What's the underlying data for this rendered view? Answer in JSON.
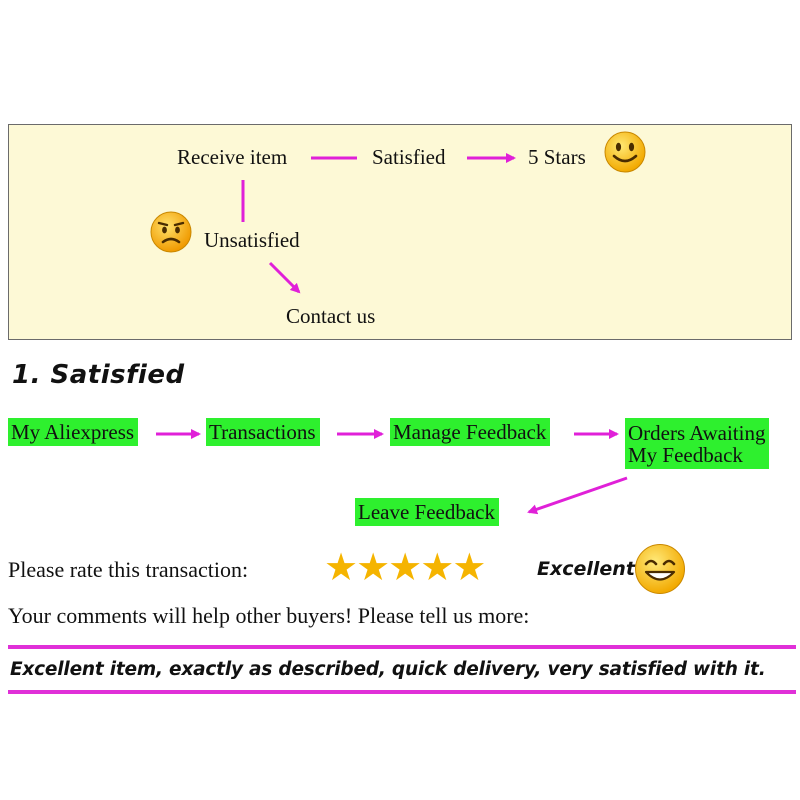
{
  "flow": {
    "receive_item": "Receive item",
    "satisfied": "Satisfied",
    "five_stars": "5 Stars",
    "unsatisfied": "Unsatisfied",
    "contact_us": "Contact us"
  },
  "section_heading": "1. Satisfied",
  "steps": {
    "my_aliexpress": "My Aliexpress",
    "transactions": "Transactions",
    "manage_feedback": "Manage Feedback",
    "orders_awaiting_line1": "Orders Awaiting",
    "orders_awaiting_line2": "My Feedback",
    "leave_feedback": "Leave Feedback"
  },
  "rating": {
    "prompt": "Please rate this transaction:",
    "stars": 5,
    "stars_max": 5,
    "label": "Excellent"
  },
  "comment_prompt": "Your comments will help other buyers! Please tell us more:",
  "review_text": "Excellent item, exactly as described, quick delivery, very satisfied with it.",
  "colors": {
    "arrow": "#e020d8",
    "step_fill": "#2ef02e",
    "panel_fill": "#fdf9d6",
    "star": "#f5b400",
    "rule": "#e030d8"
  },
  "icons": [
    "smiley-face-icon",
    "worried-face-icon",
    "grinning-face-icon",
    "star-icon"
  ]
}
